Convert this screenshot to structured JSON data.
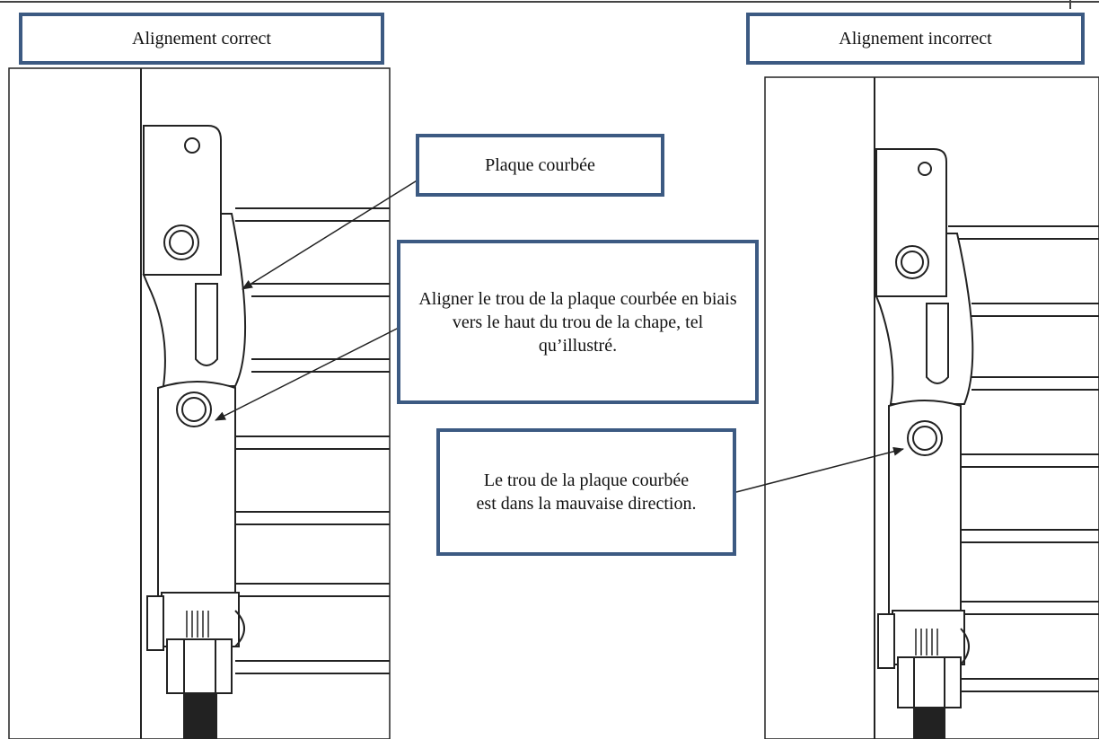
{
  "labels": {
    "correct": "Alignement correct",
    "incorrect": "Alignement incorrect",
    "plaque": "Plaque courbée",
    "aligner": "Aligner le trou de la plaque courbée en biais vers le haut du trou de la chape, tel qu’illustré.",
    "trou": "Le trou de la plaque courbée est dans la mauvaise direction."
  },
  "colors": {
    "box_border": "#3c5a82",
    "drawing_line": "#222222",
    "background": "#ffffff"
  }
}
